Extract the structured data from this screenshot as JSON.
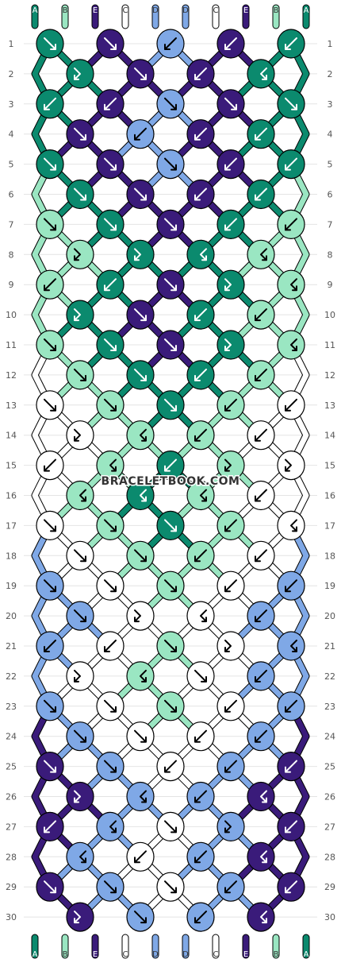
{
  "watermark": "BRACELETBOOK.COM",
  "colors": {
    "A": "#0b8a6e",
    "B": "#9ae6c2",
    "C": "#ffffff",
    "D": "#7fa8e6",
    "E": "#3a1b7a"
  },
  "strand_labels": [
    "A",
    "B",
    "E",
    "C",
    "D",
    "D",
    "C",
    "E",
    "B",
    "A"
  ],
  "row_numbers": [
    "1",
    "2",
    "3",
    "4",
    "5",
    "6",
    "7",
    "8",
    "9",
    "10",
    "11",
    "12",
    "13",
    "14",
    "15",
    "16",
    "17",
    "18",
    "19",
    "20",
    "21",
    "22",
    "23",
    "24",
    "25",
    "26",
    "27",
    "28",
    "29",
    "30"
  ],
  "knots": [
    [
      {
        "color": "A",
        "type": "f"
      },
      {
        "color": "E",
        "type": "f"
      },
      {
        "color": "D",
        "type": "b"
      },
      {
        "color": "E",
        "type": "b"
      },
      {
        "color": "A",
        "type": "b"
      }
    ],
    [
      {
        "color": "A",
        "type": "fb"
      },
      {
        "color": "E",
        "type": "f"
      },
      {
        "color": "E",
        "type": "b"
      },
      {
        "color": "A",
        "type": "bf"
      }
    ],
    [
      {
        "color": "A",
        "type": "b"
      },
      {
        "color": "E",
        "type": "b"
      },
      {
        "color": "D",
        "type": "f"
      },
      {
        "color": "E",
        "type": "f"
      },
      {
        "color": "A",
        "type": "f"
      }
    ],
    [
      {
        "color": "E",
        "type": "f"
      },
      {
        "color": "D",
        "type": "b"
      },
      {
        "color": "E",
        "type": "b"
      },
      {
        "color": "A",
        "type": "b"
      }
    ],
    [
      {
        "color": "A",
        "type": "f"
      },
      {
        "color": "E",
        "type": "f"
      },
      {
        "color": "D",
        "type": "f"
      },
      {
        "color": "E",
        "type": "b"
      },
      {
        "color": "A",
        "type": "b"
      }
    ],
    [
      {
        "color": "A",
        "type": "f"
      },
      {
        "color": "E",
        "type": "f"
      },
      {
        "color": "E",
        "type": "b"
      },
      {
        "color": "A",
        "type": "b"
      }
    ],
    [
      {
        "color": "B",
        "type": "f"
      },
      {
        "color": "A",
        "type": "f"
      },
      {
        "color": "E",
        "type": "f"
      },
      {
        "color": "A",
        "type": "b"
      },
      {
        "color": "B",
        "type": "b"
      }
    ],
    [
      {
        "color": "B",
        "type": "fb"
      },
      {
        "color": "A",
        "type": "fb"
      },
      {
        "color": "A",
        "type": "bf"
      },
      {
        "color": "B",
        "type": "bf"
      }
    ],
    [
      {
        "color": "B",
        "type": "b"
      },
      {
        "color": "A",
        "type": "b"
      },
      {
        "color": "E",
        "type": "f"
      },
      {
        "color": "A",
        "type": "fb"
      },
      {
        "color": "B",
        "type": "bf"
      }
    ],
    [
      {
        "color": "A",
        "type": "fb"
      },
      {
        "color": "E",
        "type": "f"
      },
      {
        "color": "A",
        "type": "b"
      },
      {
        "color": "B",
        "type": "b"
      }
    ],
    [
      {
        "color": "B",
        "type": "f"
      },
      {
        "color": "A",
        "type": "f"
      },
      {
        "color": "E",
        "type": "f"
      },
      {
        "color": "A",
        "type": "fb"
      },
      {
        "color": "B",
        "type": "bf"
      }
    ],
    [
      {
        "color": "B",
        "type": "f"
      },
      {
        "color": "A",
        "type": "f"
      },
      {
        "color": "A",
        "type": "b"
      },
      {
        "color": "B",
        "type": "b"
      }
    ],
    [
      {
        "color": "C",
        "type": "f"
      },
      {
        "color": "B",
        "type": "f"
      },
      {
        "color": "A",
        "type": "f"
      },
      {
        "color": "B",
        "type": "b"
      },
      {
        "color": "C",
        "type": "b"
      }
    ],
    [
      {
        "color": "C",
        "type": "fb"
      },
      {
        "color": "B",
        "type": "bf"
      },
      {
        "color": "B",
        "type": "b"
      },
      {
        "color": "C",
        "type": "b"
      }
    ],
    [
      {
        "color": "C",
        "type": "b"
      },
      {
        "color": "B",
        "type": "bf"
      },
      {
        "color": "A",
        "type": "b"
      },
      {
        "color": "B",
        "type": "fb"
      },
      {
        "color": "C",
        "type": "fb"
      }
    ],
    [
      {
        "color": "B",
        "type": "bf"
      },
      {
        "color": "A",
        "type": "bf"
      },
      {
        "color": "B",
        "type": "bf"
      },
      {
        "color": "C",
        "type": "b"
      }
    ],
    [
      {
        "color": "C",
        "type": "f"
      },
      {
        "color": "B",
        "type": "f"
      },
      {
        "color": "A",
        "type": "f"
      },
      {
        "color": "B",
        "type": "b"
      },
      {
        "color": "C",
        "type": "bf"
      }
    ],
    [
      {
        "color": "C",
        "type": "f"
      },
      {
        "color": "B",
        "type": "f"
      },
      {
        "color": "B",
        "type": "b"
      },
      {
        "color": "C",
        "type": "b"
      }
    ],
    [
      {
        "color": "D",
        "type": "f"
      },
      {
        "color": "C",
        "type": "f"
      },
      {
        "color": "B",
        "type": "f"
      },
      {
        "color": "C",
        "type": "b"
      },
      {
        "color": "D",
        "type": "b"
      }
    ],
    [
      {
        "color": "D",
        "type": "f"
      },
      {
        "color": "C",
        "type": "fb"
      },
      {
        "color": "C",
        "type": "bf"
      },
      {
        "color": "D",
        "type": "b"
      }
    ],
    [
      {
        "color": "D",
        "type": "b"
      },
      {
        "color": "C",
        "type": "b"
      },
      {
        "color": "B",
        "type": "f"
      },
      {
        "color": "C",
        "type": "fb"
      },
      {
        "color": "D",
        "type": "bf"
      }
    ],
    [
      {
        "color": "C",
        "type": "fb"
      },
      {
        "color": "B",
        "type": "bf"
      },
      {
        "color": "C",
        "type": "f"
      },
      {
        "color": "D",
        "type": "b"
      }
    ],
    [
      {
        "color": "D",
        "type": "f"
      },
      {
        "color": "C",
        "type": "f"
      },
      {
        "color": "B",
        "type": "f"
      },
      {
        "color": "C",
        "type": "b"
      },
      {
        "color": "D",
        "type": "b"
      }
    ],
    [
      {
        "color": "D",
        "type": "f"
      },
      {
        "color": "C",
        "type": "f"
      },
      {
        "color": "C",
        "type": "b"
      },
      {
        "color": "D",
        "type": "b"
      }
    ],
    [
      {
        "color": "E",
        "type": "f"
      },
      {
        "color": "D",
        "type": "f"
      },
      {
        "color": "C",
        "type": "b"
      },
      {
        "color": "D",
        "type": "b"
      },
      {
        "color": "E",
        "type": "b"
      }
    ],
    [
      {
        "color": "E",
        "type": "fb"
      },
      {
        "color": "D",
        "type": "bf"
      },
      {
        "color": "D",
        "type": "b"
      },
      {
        "color": "E",
        "type": "bf"
      }
    ],
    [
      {
        "color": "E",
        "type": "b"
      },
      {
        "color": "D",
        "type": "bf"
      },
      {
        "color": "C",
        "type": "f"
      },
      {
        "color": "D",
        "type": "fb"
      },
      {
        "color": "E",
        "type": "b"
      }
    ],
    [
      {
        "color": "D",
        "type": "bf"
      },
      {
        "color": "C",
        "type": "b"
      },
      {
        "color": "D",
        "type": "b"
      },
      {
        "color": "E",
        "type": "bf"
      }
    ],
    [
      {
        "color": "E",
        "type": "f"
      },
      {
        "color": "D",
        "type": "f"
      },
      {
        "color": "C",
        "type": "f"
      },
      {
        "color": "D",
        "type": "b"
      },
      {
        "color": "E",
        "type": "b"
      }
    ],
    [
      {
        "color": "E",
        "type": "fb"
      },
      {
        "color": "D",
        "type": "f"
      },
      {
        "color": "D",
        "type": "b"
      },
      {
        "color": "E",
        "type": "bf"
      }
    ]
  ]
}
